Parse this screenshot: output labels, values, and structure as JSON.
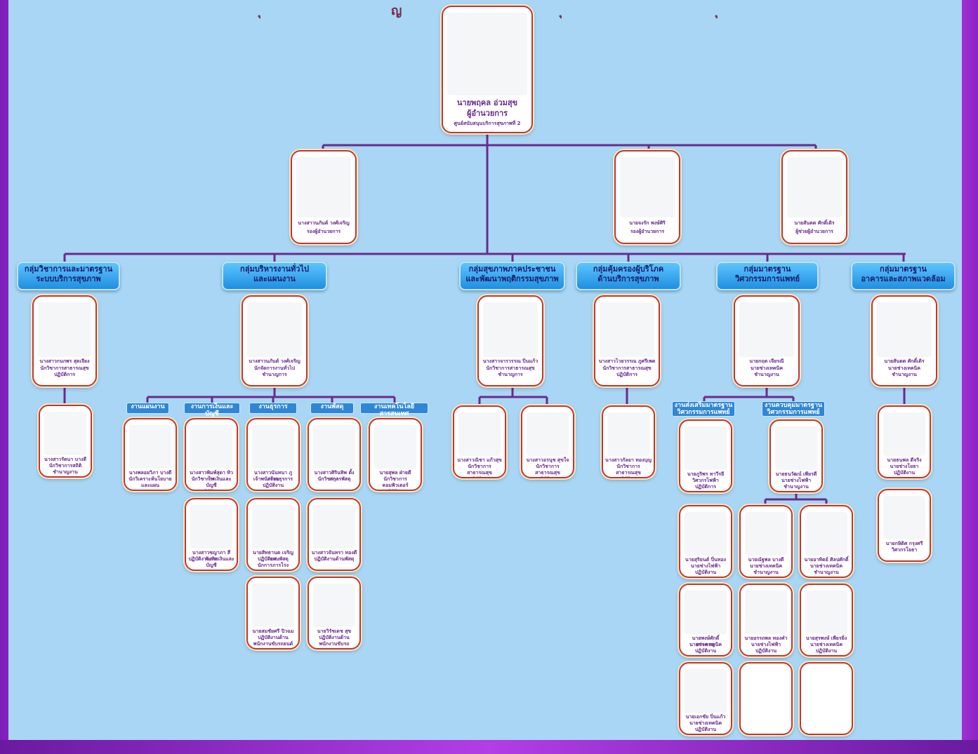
{
  "header_fragments": [
    "ุ",
    "ญ",
    "ุ",
    "ุ"
  ],
  "head": {
    "name": "นายพฤคล อ่วมสุข",
    "title": "ผู้อำนวยการ",
    "org": "ศูนย์สนับสนุนบริการสุขภาพที่ 2"
  },
  "deputies": [
    {
      "name": "นางสาวนภันต์ วงศ์เจริญ",
      "title": "รองผู้อำนวยการ"
    },
    {
      "name": "นายจงรัก พงษ์ศิริ",
      "title": "รองผู้อำนวยการ"
    },
    {
      "name": "นายสันตต ศักดิ์เดิร",
      "title": "ผู้ช่วยผู้อำนวยการ"
    }
  ],
  "groups": [
    {
      "label": "กลุ่มวิชาการและมาตรฐาน\nระบบบริการสุขภาพ",
      "lead": {
        "name": "นางสาวกนกพร สุดเจียง",
        "title": "นักวิชาการสาธารณสุข\nปฏิบัติการ"
      },
      "staff": [
        {
          "name": "นางสาวรัตนา บางดี",
          "title": "นักวิชาการสถิติชำนาญงาน"
        }
      ]
    },
    {
      "label": "กลุ่มบริหารงานทั่วไป\nและแผนงาน",
      "lead": {
        "name": "นางสาวนภันต์ วงศ์เจริญ",
        "title": "นักจัดการงานทั่วไป\nชำนาญการ"
      },
      "subunits": [
        "งานแผนงาน",
        "งานการเงินและบัญชี",
        "งานธุรการ",
        "งานพัสดุ",
        "งานเทคโนโลยีสารสนเทศ"
      ],
      "staff": [
        {
          "name": "นางพลอยวิภา บางดี",
          "title": "นักวิเคราะห์นโยบายและแผน"
        },
        {
          "name": "นางสาวพิมพ์สุดา ทิวไพ",
          "title": "นักวิชาการเงินและบัญชี\nปฏิบัติการ"
        },
        {
          "name": "นางสาวนันทนา ภูสร้อย",
          "title": "เจ้าพนักงานธุรการ\nปฏิบัติงาน"
        },
        {
          "name": "นางสาวศิรินทิพ ตั้งสกุล",
          "title": "นักวิชาการพัสดุ"
        },
        {
          "name": "นายสุพล ฝ่ายดี",
          "title": "นักวิชาการคอมพิวเตอร์\nปฏิบัติการ"
        },
        {
          "name": "นางสาวชญาภา สีทับทิม",
          "title": "ปฏิบัติงานการเงินและบัญชี"
        },
        {
          "name": "นายสิทธานต เจริญยศ",
          "title": "ปฏิบัติงานพัสดุ\nนักการภารโรง"
        },
        {
          "name": "นางสาวจันทรา ทองดี",
          "title": "ปฏิบัติงานด้านพัสดุ"
        },
        {
          "name": "นายสมชัยศรี ปิวฉม",
          "title": "ปฏิบัติงานด้าน\nพนักงานขับรถยนต์"
        },
        {
          "name": "นายวิรัชเดช สุข",
          "title": "ปฏิบัติงานด้านพนักงานขับรถ"
        }
      ]
    },
    {
      "label": "กลุ่มสุขภาพภาคประชาชน\nและพัฒนาพฤติกรรมสุขภาพ",
      "lead": {
        "name": "นางสาวจารวรรณ ปิ่นแก้ว",
        "title": "นักวิชาการสาธารณสุข\nชำนาญการ"
      },
      "staff": [
        {
          "name": "นางสาวณิชา แก้วสุข",
          "title": "นักวิชาการสาธารณสุข\nปฏิบัติการ"
        },
        {
          "name": "นางสาวอรนุช สุขใจ",
          "title": "นักวิชาการสาธารณสุข\nปฏิบัติการ"
        }
      ]
    },
    {
      "label": "กลุ่มคุ้มครองผู้บริโภค\nด้านบริการสุขภาพ",
      "lead": {
        "name": "นางสาวไวยวรรณ ภูศรีเพต",
        "title": "นักวิชาการสาธารณสุข\nปฏิบัติการ"
      },
      "staff": [
        {
          "name": "นางสาวกัลยา ทองบุญ",
          "title": "นักวิชาการสาธารณสุข\nปฏิบัติการ"
        }
      ]
    },
    {
      "label": "กลุ่มมาตรฐาน\nวิศวกรรมการแพทย์",
      "lead": {
        "name": "นายกฤต เจียรณี",
        "title": "นายช่างเทคนิค\nชำนาญงาน"
      },
      "subunits": [
        "งานส่งเสริมมาตรฐาน\nวิศวกรรมการแพทย์",
        "งานควบคุมมาตรฐาน\nวิศวกรรมการแพทย์"
      ],
      "staff": [
        {
          "name": "นายภูริพร ทาวีรยี",
          "title": "วิศวกรไฟฟ้า\nปฏิบัติการ"
        },
        {
          "name": "นายธนวัฒน์ เพียรดี",
          "title": "นายช่างไฟฟ้า\nชำนาญงาน"
        },
        {
          "name": "นายสุริยนต์ ปิ่นทอง",
          "title": "นายช่างไฟฟ้า\nปฏิบัติงาน"
        },
        {
          "name": "นายณัฐพล บางดี",
          "title": "นายช่างเทคนิค\nชำนาญงาน"
        },
        {
          "name": "นายอาทิตย์ ศิลปศักดิ์",
          "title": "นายช่างเทคนิค\nชำนาญงาน"
        },
        {
          "name": "นายพงษ์ศักดิ์ อาจหาญ",
          "title": "นายช่างเทคนิค\nปฏิบัติงาน"
        },
        {
          "name": "นายอรรถพล ทองคำ",
          "title": "นายช่างไฟฟ้า\nปฏิบัติงาน"
        },
        {
          "name": "นายสุรพงษ์ เพียรยิ่ง",
          "title": "นายช่างเทคนิค\nปฏิบัติงาน"
        },
        {
          "name": "นายเอกชัย ปิ่นแก้ว",
          "title": "นายช่างเทคนิค\nปฏิบัติงาน"
        }
      ]
    },
    {
      "label": "กลุ่มมาตรฐาน\nอาคารและสภาพแวดล้อม",
      "lead": {
        "name": "นายสันตต ศักดิ์เดิร",
        "title": "นายช่างเทคนิค\nชำนาญงาน"
      },
      "staff": [
        {
          "name": "นายธนพล ดีจริง",
          "title": "นายช่างโยธา\nปฏิบัติงาน"
        },
        {
          "name": "นายกษิดิศ กรุงศรี",
          "title": "วิศวกรโยธา"
        }
      ]
    }
  ],
  "colors": {
    "canvas": "#a9d6f4",
    "line": "#6b2a8c",
    "card_border": "#c0392b",
    "tag": "#2f9ae8"
  }
}
